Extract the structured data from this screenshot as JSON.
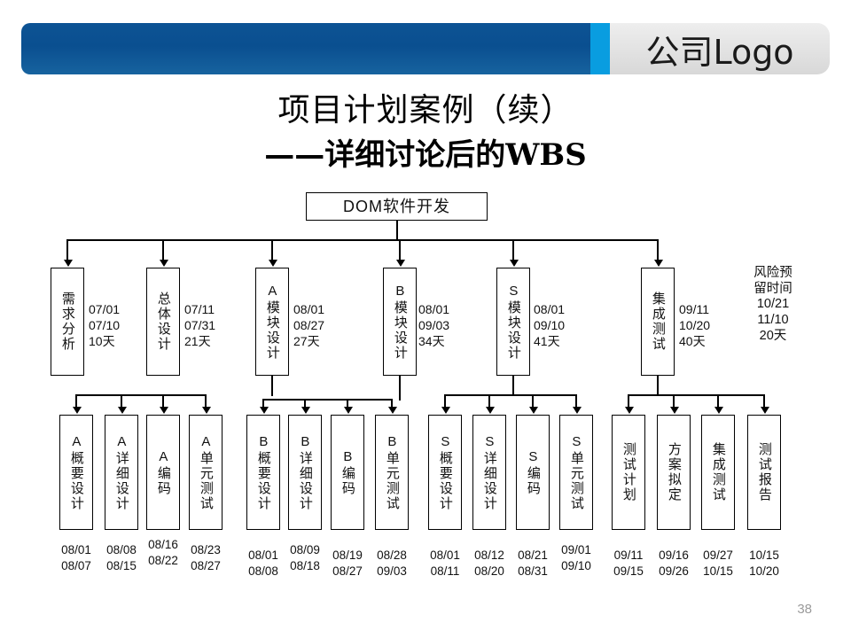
{
  "header": {
    "logo_text": "公司Logo",
    "colors": {
      "band_blue": "#0a4f90",
      "accent_cyan": "#099de0",
      "panel_gray": "#e3e3e3"
    }
  },
  "slide": {
    "title_line1": "项目计划案例（续）",
    "title_line2": "——详细讨论后的WBS",
    "page_number": "38"
  },
  "wbs": {
    "root": {
      "label": "DOM软件开发"
    },
    "phases": [
      {
        "label": "需求分析",
        "start": "07/01",
        "end": "07/10",
        "duration": "10天"
      },
      {
        "label": "总体设计",
        "start": "07/11",
        "end": "07/31",
        "duration": "21天"
      },
      {
        "label": "A\n模块设计",
        "start": "08/01",
        "end": "08/27",
        "duration": "27天"
      },
      {
        "label": "B\n模块设计",
        "start": "08/01",
        "end": "09/03",
        "duration": "34天"
      },
      {
        "label": "S\n模块设计",
        "start": "08/01",
        "end": "09/10",
        "duration": "41天"
      },
      {
        "label": "集成测试",
        "start": "09/11",
        "end": "10/20",
        "duration": "40天"
      }
    ],
    "phase_side_text": [
      "07/01\n07/10\n10天",
      "07/11\n07/31\n21天",
      "08/01\n08/27\n27天",
      "08/01\n09/03\n34天",
      "08/01\n09/10\n41天",
      "09/11\n10/20\n40天"
    ],
    "risk_reserve": {
      "label": "风险预留时间",
      "start": "10/21",
      "end": "11/10",
      "duration": "20天",
      "text": "风险预\n留时间\n10/21\n11/10\n20天"
    },
    "tasks": [
      {
        "label": "A\n概要设计",
        "start": "08/01",
        "end": "08/07",
        "dates": "08/01\n08/07",
        "parent": "A模块设计"
      },
      {
        "label": "A\n详细设计",
        "start": "08/08",
        "end": "08/15",
        "dates": "08/08\n08/15",
        "parent": "A模块设计"
      },
      {
        "label": "A\n编码",
        "start": "08/16",
        "end": "08/22",
        "dates": "08/16\n08/22",
        "parent": "A模块设计"
      },
      {
        "label": "A\n单元测试",
        "start": "08/23",
        "end": "08/27",
        "dates": "08/23\n08/27",
        "parent": "A模块设计"
      },
      {
        "label": "B\n概要设计",
        "start": "08/01",
        "end": "08/08",
        "dates": "08/01\n08/08",
        "parent": "B模块设计"
      },
      {
        "label": "B\n详细设计",
        "start": "08/09",
        "end": "08/18",
        "dates": "08/09\n08/18",
        "parent": "B模块设计"
      },
      {
        "label": "B\n编码",
        "start": "08/19",
        "end": "08/27",
        "dates": "08/19\n08/27",
        "parent": "B模块设计"
      },
      {
        "label": "B\n单元测试",
        "start": "08/28",
        "end": "09/03",
        "dates": "08/28\n09/03",
        "parent": "B模块设计"
      },
      {
        "label": "S\n概要设计",
        "start": "08/01",
        "end": "08/11",
        "dates": "08/01\n08/11",
        "parent": "S模块设计"
      },
      {
        "label": "S\n详细设计",
        "start": "08/12",
        "end": "08/20",
        "dates": "08/12\n08/20",
        "parent": "S模块设计"
      },
      {
        "label": "S\n编码",
        "start": "08/21",
        "end": "08/31",
        "dates": "08/21\n08/31",
        "parent": "S模块设计"
      },
      {
        "label": "S\n单元测试",
        "start": "09/01",
        "end": "09/10",
        "dates": "09/01\n09/10",
        "parent": "S模块设计"
      },
      {
        "label": "测试计划",
        "start": "09/11",
        "end": "09/15",
        "dates": "09/11\n09/15",
        "parent": "集成测试"
      },
      {
        "label": "方案拟定",
        "start": "09/16",
        "end": "09/26",
        "dates": "09/16\n09/26",
        "parent": "集成测试"
      },
      {
        "label": "集成测试",
        "start": "09/27",
        "end": "10/15",
        "dates": "09/27\n10/15",
        "parent": "集成测试"
      },
      {
        "label": "测试报告",
        "start": "10/15",
        "end": "10/20",
        "dates": "10/15\n10/20",
        "parent": "集成测试"
      }
    ]
  }
}
